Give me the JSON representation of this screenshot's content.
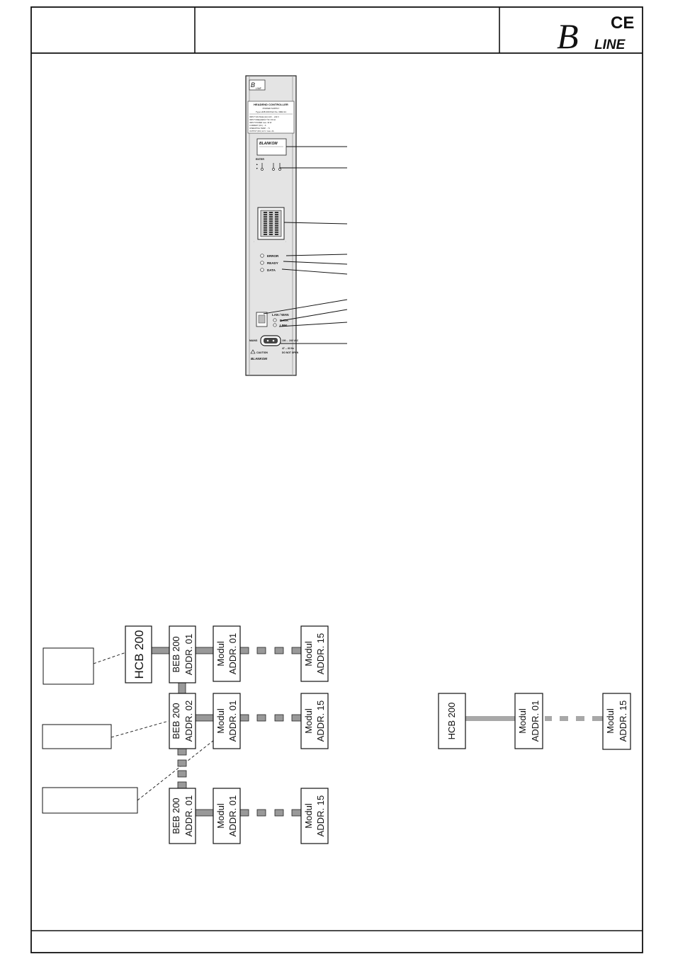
{
  "header": {
    "logo_letter": "B",
    "logo_text": "LINE",
    "ce_mark": "CE"
  },
  "panel": {
    "mini_logo_letter": "B",
    "mini_logo_text": "LINE",
    "title": "HEADEND CONTROLLER",
    "subtitle": "POWER SUPPLY",
    "type_line": "Type HCB 200  Part No. 3002.21",
    "specs": [
      "INPUT VOLTAGE (AC)   100 ... 240 V",
      "INPUT FREQUENCY      50 / 60 Hz",
      "INPUT POWER          max. 30 W",
      "CURRENT (DC)              ...A",
      "OPERATING TEMP.         ...°C",
      "OUTPUT (DC)          12 V / max. 2A"
    ],
    "display_brand": "BLANKOM",
    "enter_label": "ENTER",
    "key_marks": [
      "▲",
      "▼"
    ],
    "led_error": "ERROR",
    "led_ready": "READY",
    "led_data": "DATA",
    "lan_label": "LAN / WAN",
    "lan_data": "DATA",
    "lan_link": "LINK",
    "mains_label": "MAINS",
    "mains_voltage": "100 ... 240 VAC",
    "mains_freq": "47 ... 63 Hz",
    "do_not_open": "DO NOT OPEN",
    "caution": "CAUTION",
    "bottom_brand": "BLANKOM"
  },
  "diagram_left": {
    "hcb": "HCB 200",
    "beb_1_name": "BEB 200",
    "beb_1_addr": "ADDR. 01",
    "beb_2_name": "BEB 200",
    "beb_2_addr": "ADDR. 02",
    "beb_3_name": "BEB 200",
    "beb_3_addr": "ADDR. 01",
    "module_name": "Modul",
    "module_first_addr": "ADDR. 01",
    "module_last_addr": "ADDR. 15"
  },
  "diagram_right": {
    "hcb": "HCB 200",
    "module_name": "Modul",
    "module_first_addr": "ADDR. 01",
    "module_last_addr": "ADDR. 15"
  }
}
